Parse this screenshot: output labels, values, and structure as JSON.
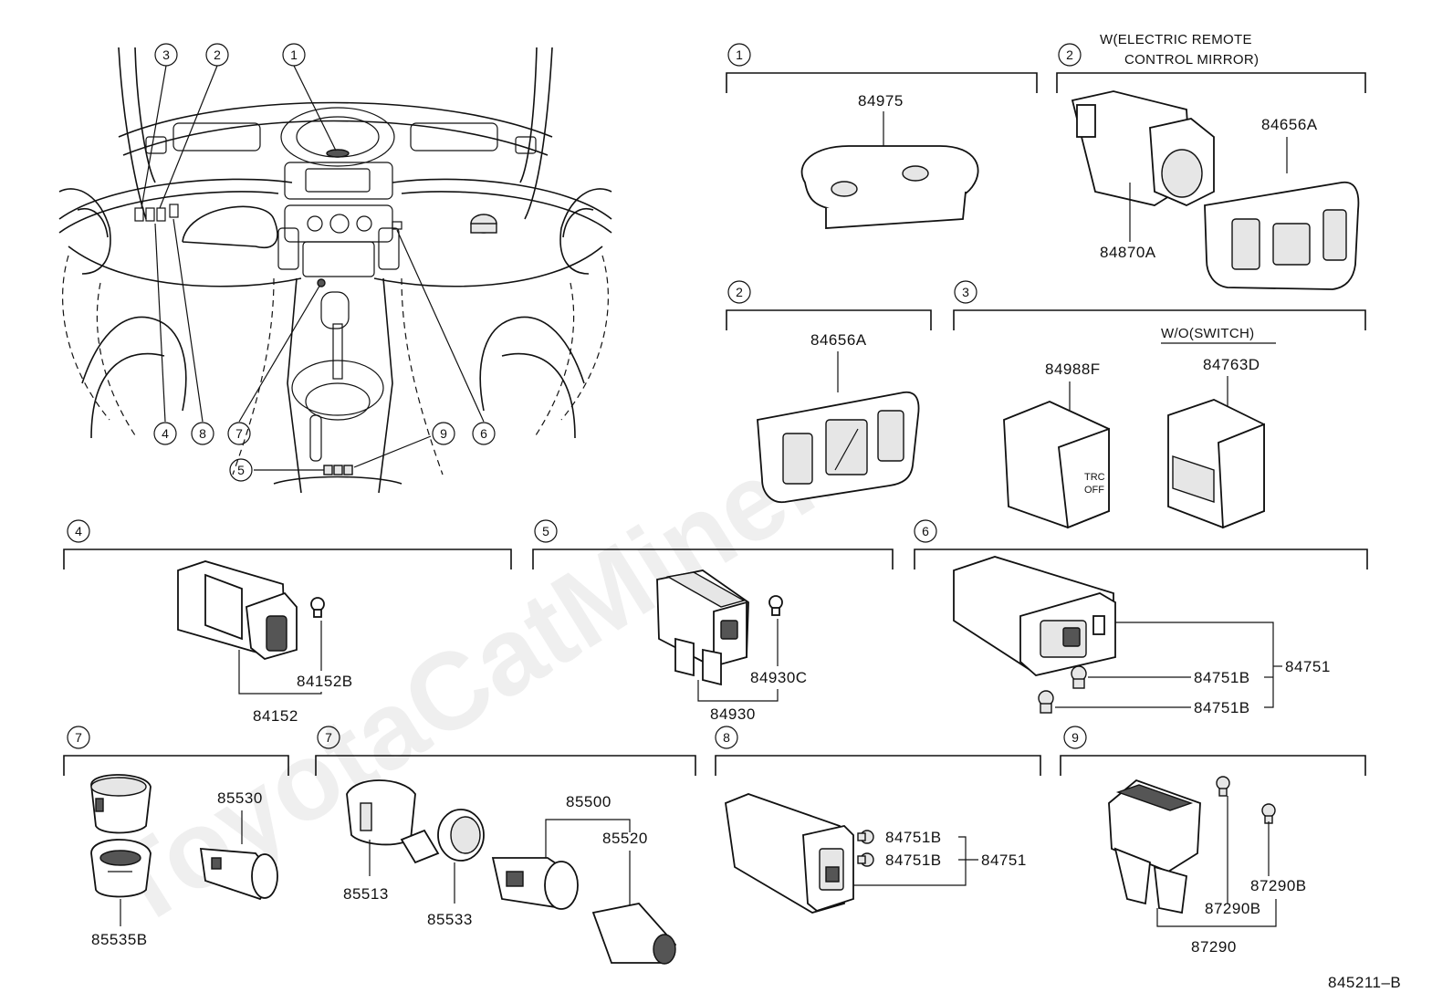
{
  "watermark": "ToyotaCatMine.ru",
  "figure_code": "845211–B",
  "overview": {
    "callouts": [
      "3",
      "2",
      "1",
      "4",
      "8",
      "7",
      "6",
      "5",
      "9"
    ]
  },
  "sections": {
    "s1": {
      "num": "1",
      "parts": [
        "84975"
      ]
    },
    "s2a": {
      "num": "2",
      "note_line1": "W(ELECTRIC REMOTE",
      "note_line2": "CONTROL MIRROR)",
      "parts": [
        "84656A",
        "84870A"
      ]
    },
    "s2b": {
      "num": "2",
      "parts": [
        "84656A"
      ]
    },
    "s3": {
      "num": "3",
      "note": "W/O(SWITCH)",
      "parts": [
        "84988F",
        "84763D"
      ],
      "button_text": [
        "TRC",
        "OFF"
      ]
    },
    "s4": {
      "num": "4",
      "parts": [
        "84152B",
        "84152"
      ]
    },
    "s5": {
      "num": "5",
      "parts": [
        "84930C",
        "84930"
      ]
    },
    "s6": {
      "num": "6",
      "parts": [
        "84751B",
        "84751",
        "84751B"
      ]
    },
    "s7a": {
      "num": "7",
      "parts": [
        "85530",
        "85535B"
      ]
    },
    "s7b": {
      "num": "7",
      "parts": [
        "85500",
        "85520",
        "85513",
        "85533"
      ]
    },
    "s8": {
      "num": "8",
      "parts": [
        "84751B",
        "84751B",
        "84751"
      ]
    },
    "s9": {
      "num": "9",
      "parts": [
        "87290B",
        "87290B",
        "87290"
      ]
    }
  }
}
